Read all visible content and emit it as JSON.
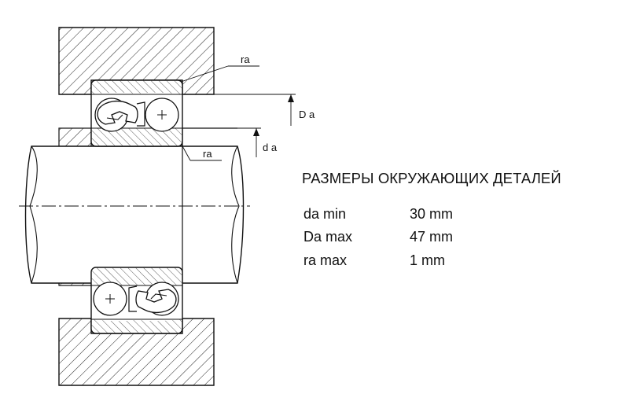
{
  "drawing": {
    "labels": {
      "ra_top": "ra",
      "ra_bottom": "ra",
      "Da": "D a",
      "da": "d a"
    }
  },
  "spec": {
    "title": "РАЗМЕРЫ ОКРУЖАЮЩИХ ДЕТАЛЕЙ",
    "rows": [
      {
        "name": "da min",
        "value": "30 mm"
      },
      {
        "name": "Da max",
        "value": "47 mm"
      },
      {
        "name": "ra max",
        "value": "1 mm"
      }
    ]
  }
}
